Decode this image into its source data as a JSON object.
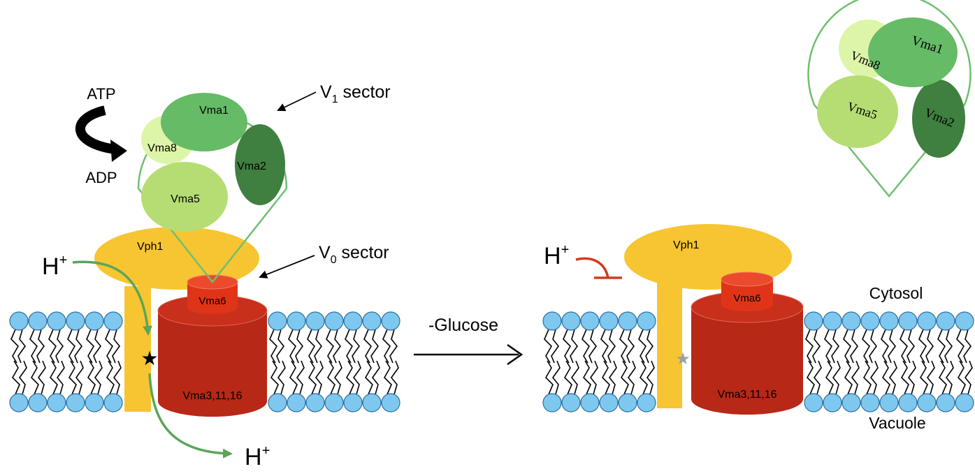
{
  "left_panel": {
    "atp": "ATP",
    "adp": "ADP",
    "v1_label": "V",
    "v1_sub": "1",
    "v1_suffix": " sector",
    "v0_label": "V",
    "v0_sub": "0",
    "v0_suffix": " sector",
    "h_in": "H",
    "h_in_sup": "+",
    "h_out": "H",
    "h_out_sup": "+",
    "vma1": "Vma1",
    "vma8": "Vma8",
    "vma2": "Vma2",
    "vma5": "Vma5",
    "vph1": "Vph1",
    "vma6": "Vma6",
    "vma_core": "Vma3,11,16"
  },
  "middle": {
    "condition": "-Glucose"
  },
  "right_panel": {
    "h_blocked": "H",
    "h_blocked_sup": "+",
    "vph1": "Vph1",
    "vma6": "Vma6",
    "vma_core": "Vma3,11,16",
    "cytosol": "Cytosol",
    "vacuole": "Vacuole"
  },
  "detached_v1": {
    "vma1": "Vma1",
    "vma8": "Vma8",
    "vma5": "Vma5",
    "vma2": "Vma2"
  },
  "colors": {
    "membrane_head": "#7ec8ef",
    "vph1": "#f7c531",
    "vo_core": "#b82816",
    "vma6": "#e03418",
    "vma1": "#66bb66",
    "vma8": "#ddf5a8",
    "vma2": "#3f7f3f",
    "vma5": "#b5dd73",
    "v1_outline": "#6fbf6f",
    "proton_arrow": "#5aa55a",
    "block": "#d33b1e"
  }
}
